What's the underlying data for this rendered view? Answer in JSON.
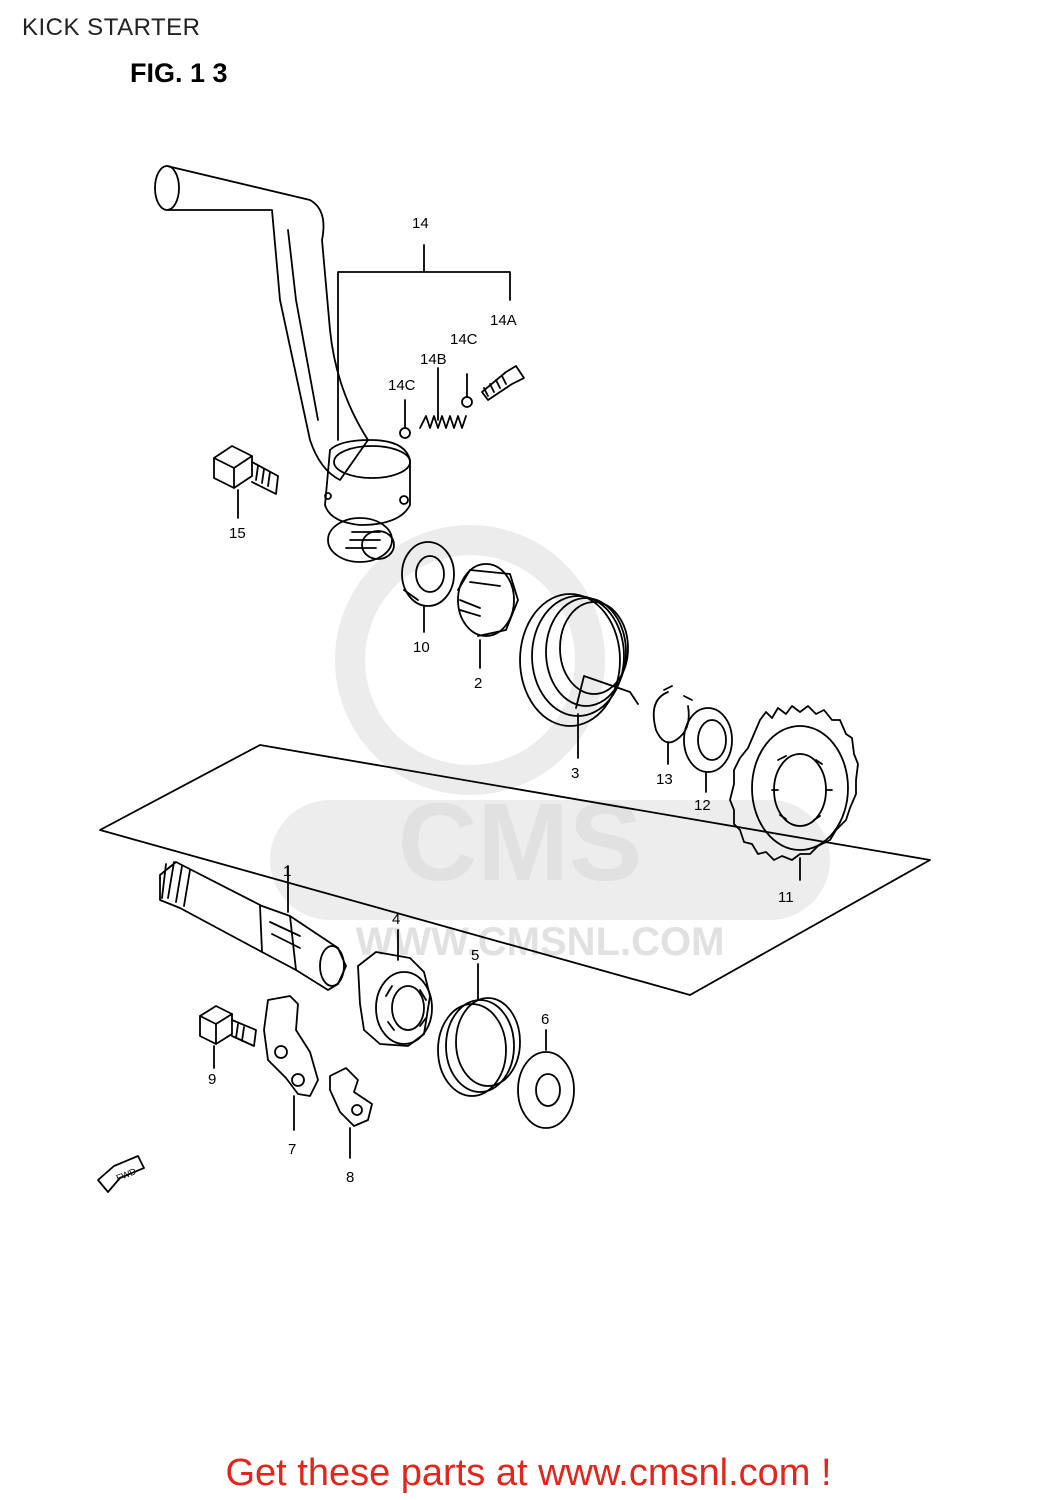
{
  "header": {
    "title": "KICK STARTER",
    "figure": "FIG. 1 3"
  },
  "parts": [
    {
      "id": "14",
      "label": "14"
    },
    {
      "id": "14A",
      "label": "14A"
    },
    {
      "id": "14C_top",
      "label": "14C"
    },
    {
      "id": "14B",
      "label": "14B"
    },
    {
      "id": "14C",
      "label": "14C"
    },
    {
      "id": "15",
      "label": "15"
    },
    {
      "id": "10",
      "label": "10"
    },
    {
      "id": "2",
      "label": "2"
    },
    {
      "id": "3",
      "label": "3"
    },
    {
      "id": "13",
      "label": "13"
    },
    {
      "id": "12",
      "label": "12"
    },
    {
      "id": "11",
      "label": "11"
    },
    {
      "id": "1",
      "label": "1"
    },
    {
      "id": "4",
      "label": "4"
    },
    {
      "id": "5",
      "label": "5"
    },
    {
      "id": "6",
      "label": "6"
    },
    {
      "id": "9",
      "label": "9"
    },
    {
      "id": "7",
      "label": "7"
    },
    {
      "id": "8",
      "label": "8"
    }
  ],
  "fwd_label": "FWD",
  "watermark": {
    "brand": "CMS",
    "url": "WWW.CMSNL.COM"
  },
  "promo_text": "Get these parts at www.cmsnl.com !",
  "colors": {
    "promo": "#e2261c",
    "line": "#000000",
    "watermark": "#e6e6e6"
  }
}
